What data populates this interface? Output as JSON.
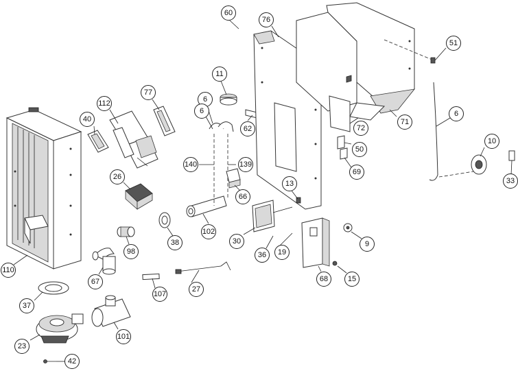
{
  "diagram": {
    "type": "exploded-parts-diagram",
    "callouts": [
      "60",
      "76",
      "51",
      "11",
      "6",
      "77",
      "112",
      "40",
      "62",
      "72",
      "71",
      "6",
      "6",
      "10",
      "50",
      "140",
      "139",
      "33",
      "69",
      "26",
      "13",
      "66",
      "102",
      "110",
      "38",
      "98",
      "30",
      "9",
      "19",
      "36",
      "67",
      "68",
      "15",
      "37",
      "27",
      "107",
      "101",
      "23",
      "42"
    ]
  }
}
